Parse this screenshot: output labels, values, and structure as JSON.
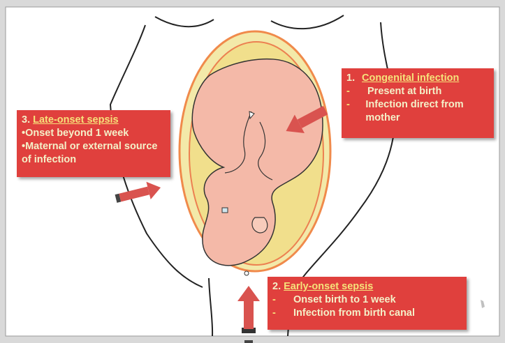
{
  "callouts": {
    "congenital": {
      "number": "1.",
      "title": "Congenital infection",
      "bullet_symbol": "-",
      "points": [
        "Present at birth",
        "Infection direct from mother"
      ]
    },
    "late_onset": {
      "number": "3.",
      "title": "Late-onset sepsis",
      "bullet_symbol": "•",
      "points": [
        "Onset beyond 1 week",
        "Maternal or external source of infection"
      ]
    },
    "early_onset": {
      "number": "2.",
      "title": "Early-onset sepsis",
      "bullet_symbol": "-",
      "points": [
        "Onset birth to 1 week",
        "Infection from birth canal"
      ]
    }
  },
  "colors": {
    "callout_fill": "#e0403d",
    "callout_text": "#f4f0c8",
    "callout_title": "#f6e27a",
    "arrow": "#d9534f",
    "uterus_outline": "#f08a4b",
    "amniotic_fill": "#f5ecb2",
    "fetus_fill": "#f4b9a8"
  }
}
